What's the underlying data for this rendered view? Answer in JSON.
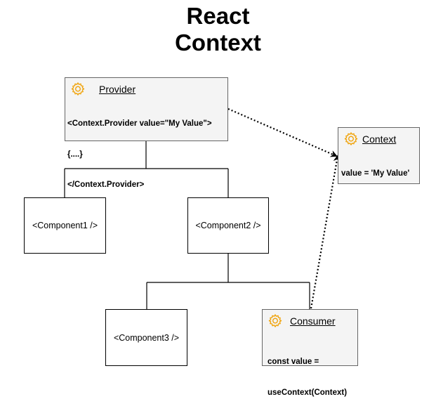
{
  "title_line1": "React",
  "title_line2": "Context",
  "provider": {
    "name": "Provider",
    "body_line1": "<Context.Provider value=\"My Value\">",
    "body_line2": "{....}",
    "body_line3": "</Context.Provider>"
  },
  "context": {
    "name": "Context",
    "body_line1": "value = 'My Value'"
  },
  "consumer": {
    "name": "Consumer",
    "body_line1": "const value =",
    "body_line2": "useContext(Context)"
  },
  "components": {
    "component1": "<Component1 />",
    "component2": "<Component2 />",
    "component3": "<Component3 />"
  },
  "colors": {
    "gear_icon": "#f0a30a",
    "class_fill": "#f4f4f4",
    "class_border": "#666666",
    "line": "#000000"
  }
}
